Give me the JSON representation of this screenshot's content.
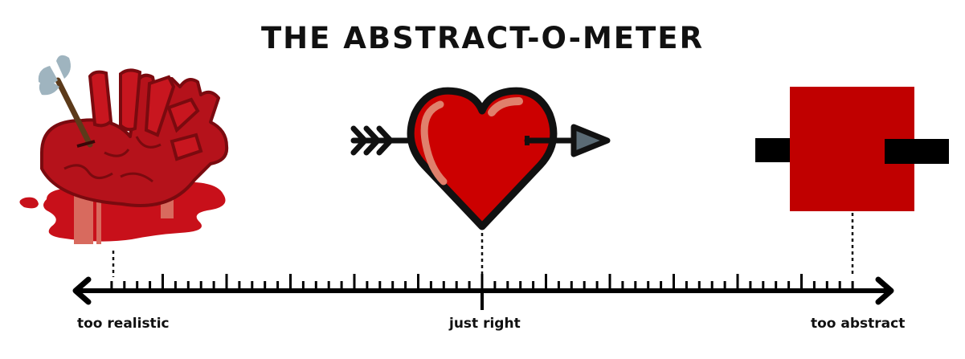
{
  "title": "THE ABSTRACT-O-METER",
  "scale": {
    "labels": {
      "left": "too realistic",
      "center": "just right",
      "right": "too abstract"
    },
    "tick_spacing_px": 15.9,
    "ticks_each_side": 29,
    "long_tick_every": 5
  },
  "illustrations": [
    {
      "name": "realistic anatomical heart with arrow in blood pool",
      "position": "too realistic"
    },
    {
      "name": "cartoon heart pierced by arrow",
      "position": "just right"
    },
    {
      "name": "red square with two black bars",
      "position": "too abstract"
    }
  ],
  "colors": {
    "heart_red": "#c00000",
    "ink": "#111111",
    "arrow_tip": "#5a6a74",
    "feather": "#9fb4bf"
  }
}
